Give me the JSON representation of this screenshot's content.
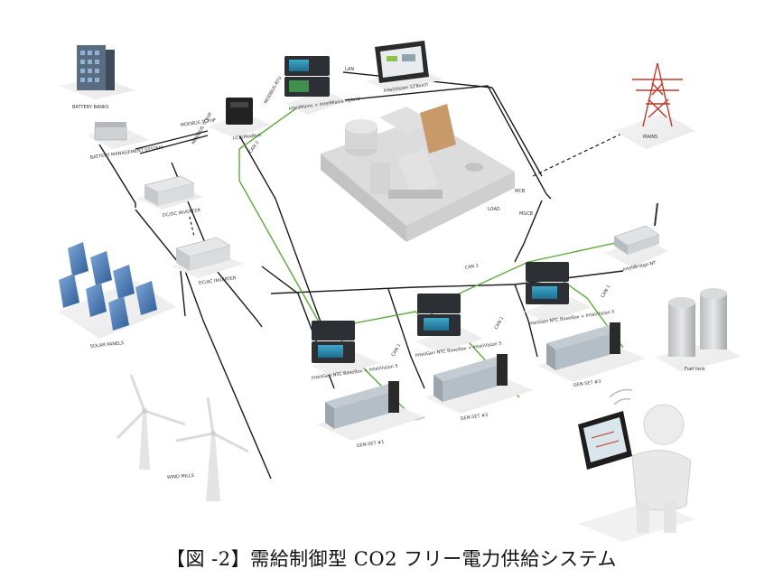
{
  "caption": "【図 -2】需給制御型 CO2 フリー電力供給システム",
  "labels": {
    "battery_banks": "BATTERY BANKS",
    "battery_mgmt": "BATTERY MANAGEMENT SYSTEM",
    "dcdc_inverter": "DC/DC INVERTER",
    "dcac_inverter": "DC/AC INVERTER",
    "solar_panels": "SOLAR PANELS",
    "wind_mills": "WIND MILLS",
    "modbus_tcpip_1": "MODBUS TCP/IP",
    "modbus_tcpip_2": "MODBUS TCP/IP",
    "modbus_rtu": "MODBUS RTU",
    "lan": "LAN",
    "controller_hybrid": "InteliMains + InteliMains Hybrid",
    "touch_panel": "InteliVision 12Touch",
    "ul_controller": "I-CB/Modbus",
    "can2_top": "CAN 2",
    "can2_mid": "CAN 2",
    "can1_a": "CAN 1",
    "can1_b": "CAN 1",
    "can1_c": "CAN 1",
    "load": "LOAD",
    "mains": "MAINS",
    "mcb": "MCB",
    "mgcb": "MGCB",
    "bridge": "InteliBridge-NT",
    "ctrl_gs1": "InteliGen NTC BaseBox + InteliVision 5",
    "ctrl_gs2": "InteliGen NTC BaseBox + InteliVision 5",
    "ctrl_gs3": "InteliGen NTC BaseBox + InteliVision 5",
    "genset1": "GEN-SET #1",
    "genset2": "GEN-SET #2",
    "genset3": "GEN-SET #3",
    "fuel_tank": "Fuel tank"
  }
}
